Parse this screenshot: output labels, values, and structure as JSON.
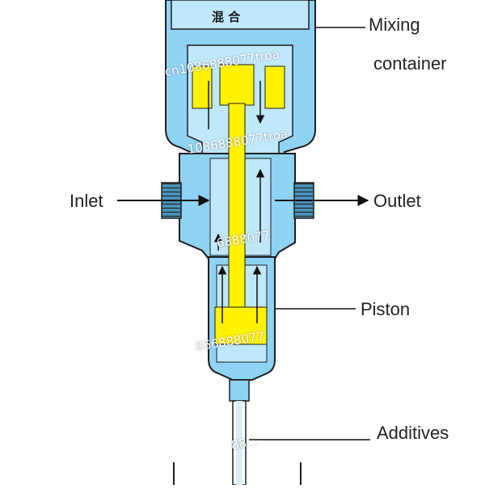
{
  "diagram": {
    "container_cjk_label": "混 合",
    "labels": {
      "mixing_container_line1": "Mixing",
      "mixing_container_line2": "container",
      "inlet": "Inlet",
      "outlet": "Outlet",
      "piston": "Piston",
      "additives": "Additives"
    },
    "watermarks": [
      "cn1086888077troa",
      "1086888077troa",
      "6888077",
      "866888077",
      "88..."
    ],
    "colors": {
      "body_fill": "#8fd3f4",
      "inner_fill": "#bfe8fb",
      "outline": "#1e1e1e",
      "piston_yellow": "#fff200",
      "fitting_fill": "#4a90b8",
      "arrow": "#111111"
    }
  }
}
